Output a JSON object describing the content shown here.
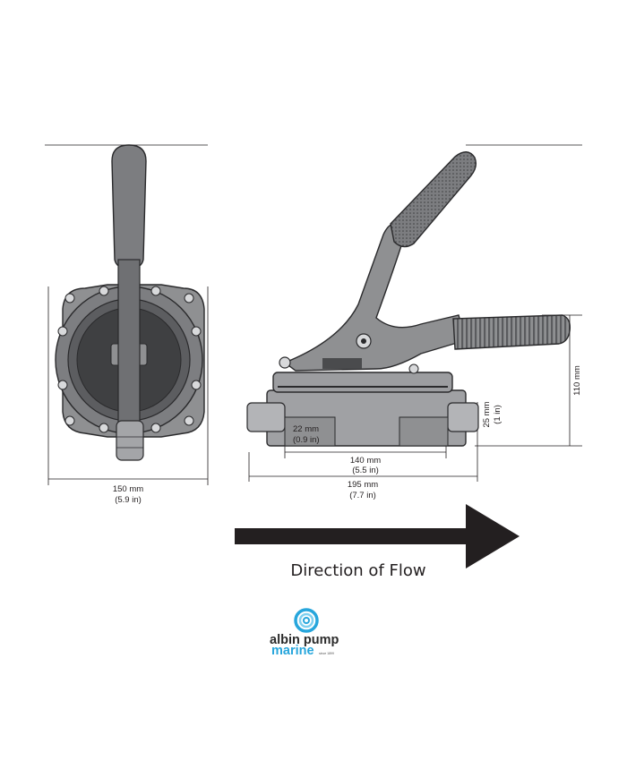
{
  "dimensions": {
    "front_width": {
      "metric": "150 mm",
      "imperial": "(5.9 in)"
    },
    "side_height": {
      "metric": "110 mm"
    },
    "port_offset": {
      "metric": "25 mm",
      "imperial": "(1 in)"
    },
    "port_diameter": {
      "metric": "22 mm",
      "imperial": "(0.9 in)"
    },
    "body_length": {
      "metric": "140 mm",
      "imperial": "(5.5 in)"
    },
    "overall_length": {
      "metric": "195 mm",
      "imperial": "(7.7 in)"
    }
  },
  "flow": {
    "label": "Direction of Flow"
  },
  "logo": {
    "line1": "albin pump",
    "line2": "marine",
    "tagline": "since 1899"
  },
  "colors": {
    "pump_body": "#8f9092",
    "pump_dark": "#4a4b4d",
    "pump_outline": "#2a2a2c",
    "arrow": "#231f20",
    "logo_blue": "#27a6dc",
    "logo_dark": "#2b2b2b"
  }
}
